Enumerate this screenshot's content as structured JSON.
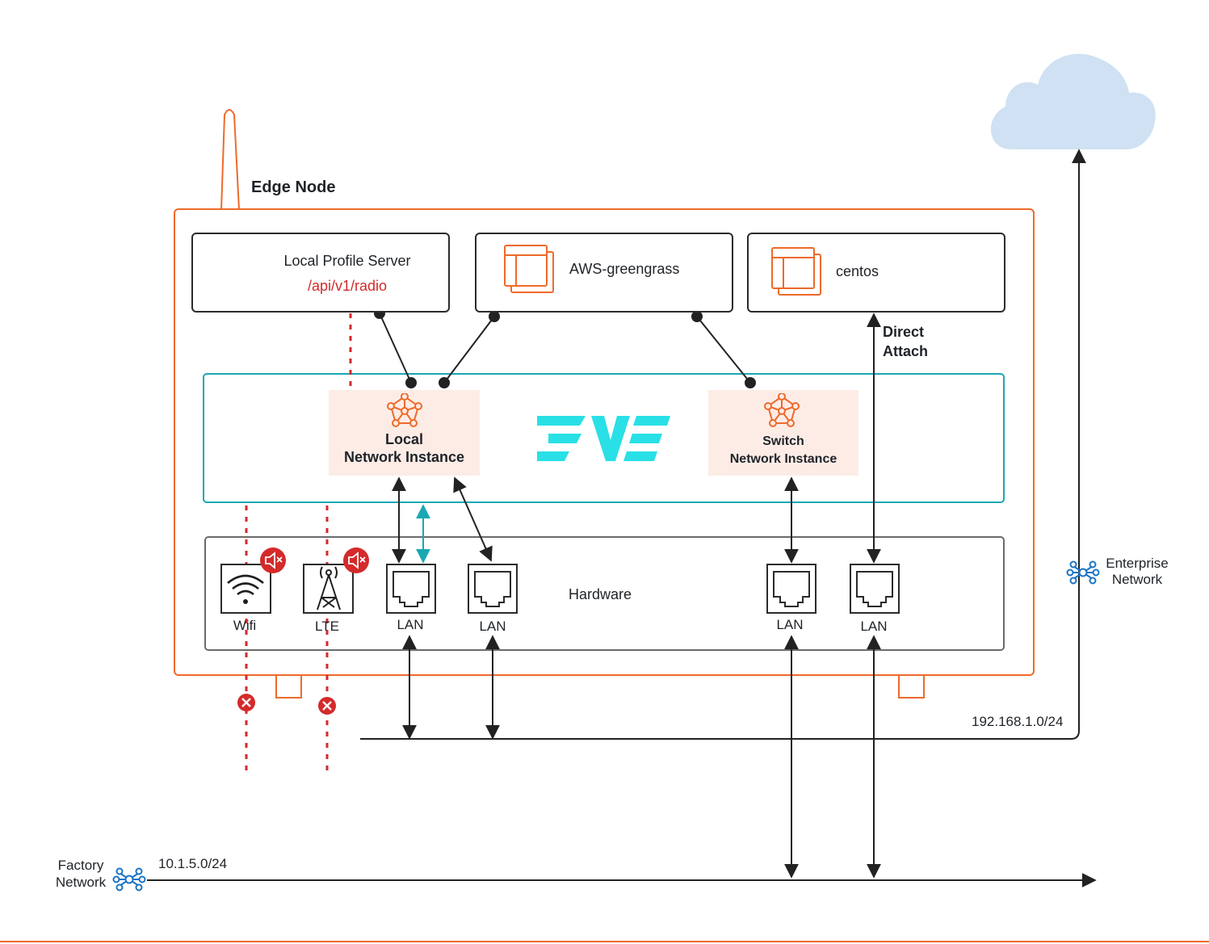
{
  "edge_node": {
    "title": "Edge Node"
  },
  "apps": {
    "profile_server": {
      "name": "Local Profile Server",
      "path": "/api/v1/radio"
    },
    "aws": {
      "name": "AWS-greengrass"
    },
    "centos": {
      "name": "centos"
    }
  },
  "direct_attach": {
    "line1": "Direct",
    "line2": "Attach"
  },
  "network_instances": {
    "local": {
      "line1": "Local",
      "line2": "Network Instance"
    },
    "switch": {
      "line1": "Switch",
      "line2": "Network Instance"
    }
  },
  "hardware": {
    "title": "Hardware",
    "ports": [
      {
        "label": "Wifi"
      },
      {
        "label": "LTE"
      },
      {
        "label": "LAN"
      },
      {
        "label": "LAN"
      },
      {
        "label": "LAN"
      },
      {
        "label": "LAN"
      }
    ]
  },
  "networks": {
    "enterprise": {
      "line1": "Enterprise",
      "line2": "Network",
      "subnet": "192.168.1.0/24"
    },
    "factory": {
      "line1": "Factory",
      "line2": "Network",
      "subnet": "10.1.5.0/24"
    }
  },
  "colors": {
    "orange": "#ee6a2a",
    "teal": "#1aa7b4",
    "cyan_logo": "#29e0e6",
    "red": "#d42a2a",
    "blue_icon": "#1a74c4",
    "cloud": "#cfe1f3",
    "dark": "#222222"
  },
  "icons": [
    "server-icon",
    "window-icon",
    "network-instance-icon",
    "ethernet-port-icon",
    "wifi-icon",
    "lte-tower-icon",
    "muted-icon",
    "error-x-icon",
    "network-hub-icon",
    "cloud-icon",
    "eve-logo"
  ]
}
